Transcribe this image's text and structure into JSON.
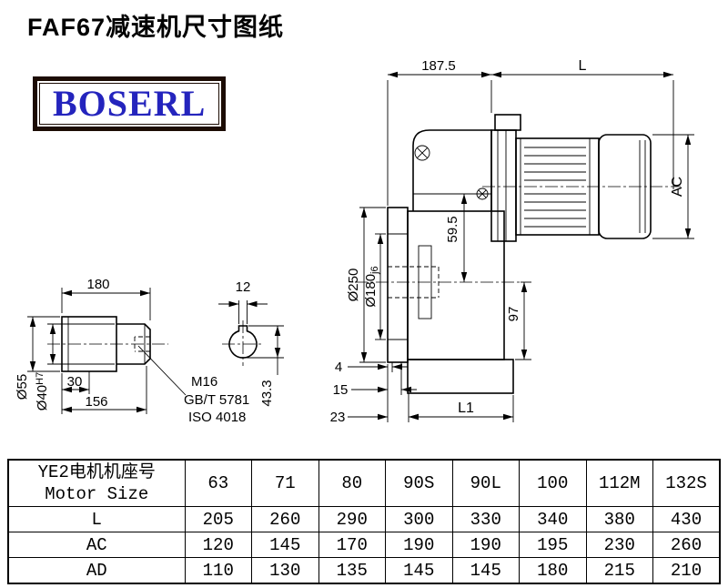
{
  "page": {
    "title": "FAF67减速机尺寸图纸",
    "logo_text": "BOSERL"
  },
  "drawing": {
    "dims": {
      "housing_width": "187.5",
      "motor_length": "L",
      "motor_height": "AC",
      "flange_diameter": "Ø250",
      "spigot_diameter": "Ø180",
      "spigot_fit": "j6",
      "center_to_face": "59.5",
      "center_to_foot": "97",
      "dim_4": "4",
      "dim_15": "15",
      "dim_23": "23",
      "housing_length": "L1",
      "shaft_length": "180",
      "key_width": "12",
      "shaft_outer_diameter": "Ø55",
      "bore_diameter": "Ø40",
      "bore_fit": "H7",
      "dim_30": "30",
      "dim_156": "156",
      "thread": "M16",
      "standard_gb": "GB/T 5781",
      "standard_iso": "ISO 4018",
      "keyway_depth": "43.3"
    }
  },
  "table": {
    "motor_size_label_cn": "YE2电机机座号",
    "motor_size_label_en": "Motor Size",
    "sizes": [
      "63",
      "71",
      "80",
      "90S",
      "90L",
      "100",
      "112M",
      "132S"
    ],
    "rows": [
      {
        "label": "L",
        "values": [
          "205",
          "260",
          "290",
          "300",
          "330",
          "340",
          "380",
          "430"
        ]
      },
      {
        "label": "AC",
        "values": [
          "120",
          "145",
          "170",
          "190",
          "190",
          "195",
          "230",
          "260"
        ]
      },
      {
        "label": "AD",
        "values": [
          "110",
          "130",
          "135",
          "145",
          "145",
          "180",
          "215",
          "210"
        ]
      }
    ]
  }
}
